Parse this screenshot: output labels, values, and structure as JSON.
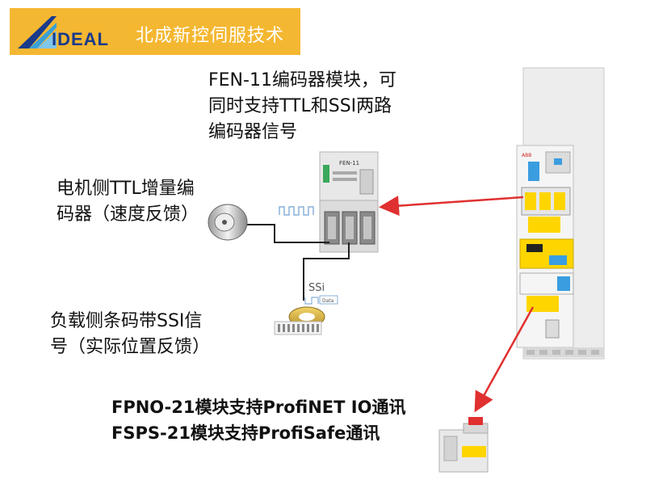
{
  "banner": {
    "logo_text": "IDEAL",
    "company_name": "北成新控伺服技术",
    "color": "#f4b731"
  },
  "labels": {
    "fen11": {
      "line1": "FEN-11编码器模块，可",
      "line2": "同时支持TTL和SSI两路",
      "line3": "编码器信号"
    },
    "ttl": {
      "line1": "电机侧TTL增量编",
      "line2": "码器（速度反馈）"
    },
    "ssi": {
      "line1": "负载侧条码带SSI信",
      "line2": "号（实际位置反馈）"
    },
    "fieldbus": {
      "line1": "FPNO-21模块支持ProfiNET IO通讯",
      "line2": "FSPS-21模块支持ProfiSafe通讯"
    }
  },
  "module_texts": {
    "fen11_label": "FEN-11",
    "ssi_tag": "SSi",
    "ssi_data": "Data",
    "drive_brand": "ABB"
  },
  "colors": {
    "arrow": "#e03030",
    "accent": "#f4b731"
  }
}
